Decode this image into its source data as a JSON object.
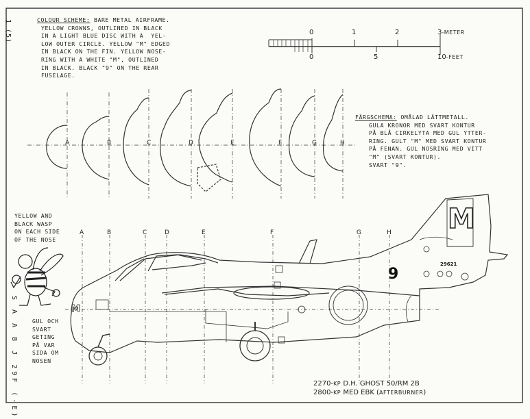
{
  "side_note": {
    "index": "1 (5)",
    "model": "S A A B   J 29F (-E)"
  },
  "colour_scheme_en": {
    "heading": "COLOUR SCHEME:",
    "lines": [
      " BARE METAL AIRFRAME.",
      "YELLOW CROWNS, OUTLINED IN BLACK",
      "IN A LIGHT BLUE DISC WITH A  YEL-",
      "LOW OUTER CIRCLE. YELLOW \"M\" EDGED",
      "IN BLACK ON THE FIN. YELLOW NOSE-",
      "RING WITH A WHITE \"M\", OUTLINED",
      "IN BLACK. BLACK \"9\" ON THE REAR",
      "FUSELAGE."
    ]
  },
  "colour_scheme_sv": {
    "heading": "FÄRGSCHEMA:",
    "lines": [
      " OMÅLAD LÄTTMETALL.",
      "GULA KRONOR MED SVART KONTUR",
      "PÅ BLÅ CIRKELYTA MED GUL YTTER-",
      "RING. GULT \"M\" MED SVART KONTUR",
      "PÅ FENAN. GUL NOSRING MED VITT",
      "\"M\" (SVART KONTUR).",
      "SVART \"9\"."
    ]
  },
  "scale": {
    "meter_ticks": [
      "0",
      "1",
      "2",
      "3"
    ],
    "meter_unit": "-METER",
    "feet_ticks": [
      "0",
      "5",
      "10"
    ],
    "feet_unit": "-FEET"
  },
  "section_letters": [
    "A",
    "B",
    "C",
    "D",
    "E",
    "F",
    "G",
    "H"
  ],
  "wasp_note_en": [
    "YELLOW AND",
    "BLACK WASP",
    "ON EACH SIDE",
    "OF THE NOSE"
  ],
  "wasp_note_sv": [
    "GUL OCH",
    "SVART",
    "GETING",
    "PÅ VAR",
    "SIDA OM",
    "NOSEN"
  ],
  "markings": {
    "fin_letter": "M",
    "fuselage_number": "9",
    "serial": "29621",
    "nose_letter": "M"
  },
  "engine": {
    "line1_thrust": "2270-",
    "line1_unit": "KP",
    "line1_text": " D.H. GHOST 50/RM 2B",
    "line2_thrust": "2800-",
    "line2_unit": "KP",
    "line2_text": " MED EBK (",
    "line2_note": "AFTERBURNER",
    "line2_close": ")"
  },
  "colors": {
    "ink": "#222222",
    "paper": "#fbfbf8"
  }
}
